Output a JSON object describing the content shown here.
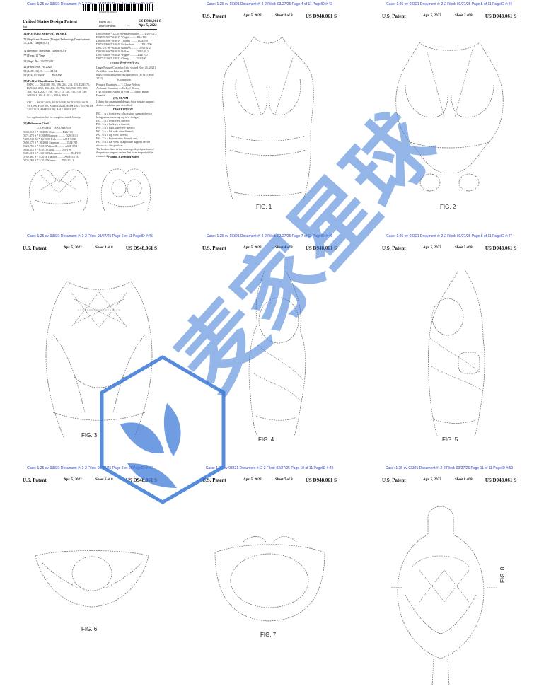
{
  "sheets": [
    {
      "case": "Case: 1:25-cv-03321 Document #: 2-2 Filed: 03/27/25 Page 3 of 11 PageID #:42"
    },
    {
      "case": "Case: 1:25-cv-03321 Document #: 2-2 Filed: 03/27/25 Page 4 of 11 PageID #:43",
      "left": "U.S. Patent",
      "date": "Apr. 5, 2022",
      "sheet": "Sheet 1 of 8",
      "num": "US D948,061 S",
      "fig": "FIG. 1"
    },
    {
      "case": "Case: 1:25-cv-03321 Document #: 2-2 Filed: 03/27/25 Page 5 of 11 PageID #:44",
      "left": "U.S. Patent",
      "date": "Apr. 5, 2022",
      "sheet": "Sheet 2 of 8",
      "num": "US D948,061 S",
      "fig": "FIG. 2"
    },
    {
      "case": "Case: 1:25-cv-03321 Document #: 2-2 Filed: 03/27/25 Page 6 of 11 PageID #:45",
      "left": "U.S. Patent",
      "date": "Apr. 5, 2022",
      "sheet": "Sheet 3 of 8",
      "num": "US D948,061 S",
      "fig": "FIG. 3"
    },
    {
      "case": "Case: 1:25-cv-03321 Document #: 2-2 Filed: 03/27/25 Page 7 of 11 PageID #:46",
      "left": "U.S. Patent",
      "date": "Apr. 5, 2022",
      "sheet": "Sheet 4 of 8",
      "num": "US D948,061 S",
      "fig": "FIG. 4"
    },
    {
      "case": "Case: 1:25-cv-03321 Document #: 2-2 Filed: 03/27/25 Page 8 of 11 PageID #:47",
      "left": "U.S. Patent",
      "date": "Apr. 5, 2022",
      "sheet": "Sheet 5 of 8",
      "num": "US D948,061 S",
      "fig": "FIG. 5"
    },
    {
      "case": "Case: 1:25-cv-03321 Document #: 2-2 Filed: 03/27/25 Page 9 of 11 PageID #:48",
      "left": "U.S. Patent",
      "date": "Apr. 5, 2022",
      "sheet": "Sheet 6 of 8",
      "num": "US D948,061 S",
      "fig": "FIG. 6"
    },
    {
      "case": "Case: 1:25-cv-03321 Document #: 2-2 Filed: 03/27/25 Page 10 of 11 PageID #:49",
      "left": "U.S. Patent",
      "date": "Apr. 5, 2022",
      "sheet": "Sheet 7 of 8",
      "num": "US D948,061 S",
      "fig": "FIG. 7"
    },
    {
      "case": "Case: 1:25-cv-03321 Document #: 2-2 Filed: 03/27/25 Page 11 of 11 PageID #:50",
      "left": "U.S. Patent",
      "date": "Apr. 5, 2022",
      "sheet": "Sheet 8 of 8",
      "num": "US D948,061 S",
      "fig": "FIG. 8"
    }
  ],
  "front": {
    "barcode_num": "US00D948061S",
    "title": "United States Design Patent",
    "inventor_short": "Sun",
    "patent_no_label": "Patent No.:",
    "patent_no": "US D948,061 S",
    "date_label": "Date of Patent:",
    "date_stars": "**",
    "date": "Apr. 5, 2022",
    "f54": "(54)  POSTURE SUPPORT DEVICE",
    "f71": "(71)  Applicant: Pransin (Tianjin) Technology Development Co., Ltd., Tianjin (CN)",
    "f72": "(72)  Inventor: Deyi Sun, Tianjin (CN)",
    "f_term": "(**)  Term: 15 Years",
    "f21": "(21)  Appl. No.: 29/757,012",
    "f22": "(22)  Filed: Nov. 16, 2020",
    "f51": "(51)  LOC (13) Cl. ........ 24-04",
    "f52": "(52)  U.S. Cl.  USPC ........ D24/190",
    "f58": "(58)  Field of Classification Search",
    "f58_body": "USPC ...... D24/190, 191, 196, 204, 214, 215, D24/171; D29/122; 2/69, 456, 460; D2/706, 860, 866, 859, 865, 703, 702; D2/227, 708, 707, 713, 726, 731, 740, 740; 128/96.1, 100.1, 101.1, 105.1, 106.1",
    "f58_cpc": "CPC ..... A61F 5/026, A61F 5/028, A61F 5/024, A61F 5/01, A61F 5/0102, A61H 1/0244, A61H 2201/165; A61H 2201/1623, A61F 5/0193, A61F 2005/0197",
    "f58_note": "See application file for complete search history.",
    "f56": "(56)  References Cited",
    "refs_title": "U.S. PATENT DOCUMENTS",
    "refs_col1": [
      "D530,018 S * 10/2006 Shaft ......... D24/190",
      "D571,473 S * 6/2008 Brandon .......... D29/101.1",
      "7,302,838 B2 * 12/2008 Kirk ........ A61F 5/026",
      "D602,572 S * 10/2009 Simpson .......... D24/190",
      "D623,755 S * 9/2010 Wiswell .......... A61F 5/01",
      "D640,312 S * 6/2011 Galla ......... D24/190",
      "D681,213 S * 4/2013 Rubensmeier .......... D24/190",
      "D702,361 S * 4/2014 Thacker ......... A61F 5/0193",
      "D725,780 S * 3/2015 Kantor ....... D29/101.2"
    ],
    "refs_col2": [
      "D835,966 S * 12/2018 Pantazopoulos ...... D29/101.2",
      "D845,918 S * 2/2019 Wright ......... D24/190",
      "D856,010 S * 8/2019 Thomas ......... D24/190",
      "D873,429 S * 1/2020 Richardson ......... D24/190",
      "D887,127 S * 6/2020 Gobbers ......... D29/101.2",
      "D893,016 S * 8/2020 Dallan ......... D29/101.2",
      "D897,546 S * 9/2020 Wagner ......... D24/190",
      "D907,213 S * 1/2021 Cheng ......... D24/190"
    ],
    "refs_cont": "(Continued)",
    "other_pubs_title": "OTHER PUBLICATIONS",
    "other_pubs": "Large Posture Corrector, [site visited Nov. 26, 2021]. Available from Internet, URL: https://www.amazon.com/dp/B08NY1P7W5 (Year: 2021).",
    "other_cont": "(Continued)",
    "examiner": "Primary Examiner — T. Chase Nelson",
    "asst_examiner": "Assistant Examiner — Kelly J. Gross",
    "attorney": "(74) Attorney, Agent, or Firm — Daniel Ralph Kanakis",
    "f57": "(57)  CLAIM",
    "claim": "I claim the ornamental design for a posture support device, as shown and described.",
    "desc_title": "DESCRIPTION",
    "desc": [
      "FIG. 1 is a front view of a posture support device being worn, showing my new design;",
      "FIG. 2 is a front view thereof;",
      "FIG. 3 is a back view thereof;",
      "FIG. 4 is a right side view thereof;",
      "FIG. 5 is a left side view thereof;",
      "FIG. 6 is a top view thereof;",
      "FIG. 7 is a bottom view thereof; and,",
      "FIG. 8 is a flat view of a posture support device shown in a flat position."
    ],
    "desc_note": "The broken lines in the drawings depict portions of the posture support device that form no part of the claimed design.",
    "claims_count": "1 Claim, 8 Drawing Sheets"
  },
  "watermark": {
    "text": "麦家星球",
    "color": "#3a78d6"
  }
}
